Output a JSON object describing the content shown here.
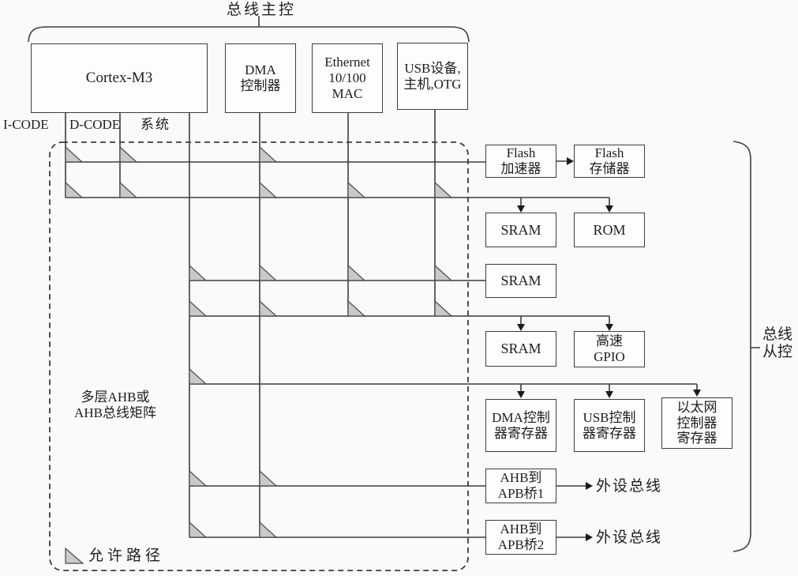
{
  "diagram": {
    "top_group_label": "总线主控",
    "right_group_label": "总线\n从控",
    "masters": {
      "cortex": "Cortex-M3",
      "dma": "DMA\n控制器",
      "ethernet": "Ethernet\n10/100\nMAC",
      "usb": "USB设备,\n主机,OTG"
    },
    "cortex_ports": {
      "icode": "I-CODE",
      "dcode": "D-CODE",
      "system": "系统"
    },
    "matrix_label": "多层AHB或\nAHB总线矩阵",
    "legend_label": "允许路径",
    "slaves": {
      "flash_acc": "Flash\n加速器",
      "flash_mem": "Flash\n存储器",
      "sram1": "SRAM",
      "rom": "ROM",
      "sram2": "SRAM",
      "sram3": "SRAM",
      "gpio": "高速\nGPIO",
      "dma_reg": "DMA控制\n器寄存器",
      "usb_reg": "USB控制\n器寄存器",
      "eth_reg": "以太网\n控制器\n寄存器",
      "bridge1": "AHB到\nAPB桥1",
      "bridge2": "AHB到\nAPB桥2"
    },
    "peripheral_bus_1": "外设总线",
    "peripheral_bus_2": "外设总线",
    "colors": {
      "line": "#3d3d3d",
      "triangle_fill": "#c9c9c9",
      "triangle_border": "#4a4a4a",
      "box_bg": "#fdfdfc",
      "page_bg": "#fafaf8"
    },
    "allowed_paths": {
      "columns": [
        "icode",
        "dcode",
        "system",
        "dma",
        "ethernet",
        "usb"
      ],
      "rows": [
        "flash",
        "sram_rom",
        "sram2",
        "sram3_gpio",
        "registers",
        "bridge1",
        "bridge2"
      ],
      "paths": [
        [
          "icode",
          "flash"
        ],
        [
          "dcode",
          "flash"
        ],
        [
          "dma",
          "flash"
        ],
        [
          "icode",
          "sram_rom"
        ],
        [
          "dcode",
          "sram_rom"
        ],
        [
          "dma",
          "sram_rom"
        ],
        [
          "ethernet",
          "sram_rom"
        ],
        [
          "usb",
          "sram_rom"
        ],
        [
          "system",
          "sram2"
        ],
        [
          "dma",
          "sram2"
        ],
        [
          "ethernet",
          "sram2"
        ],
        [
          "usb",
          "sram2"
        ],
        [
          "system",
          "sram3_gpio"
        ],
        [
          "dma",
          "sram3_gpio"
        ],
        [
          "ethernet",
          "sram3_gpio"
        ],
        [
          "usb",
          "sram3_gpio"
        ],
        [
          "system",
          "registers"
        ],
        [
          "system",
          "bridge1"
        ],
        [
          "dma",
          "bridge1"
        ],
        [
          "system",
          "bridge2"
        ],
        [
          "dma",
          "bridge2"
        ]
      ]
    }
  }
}
